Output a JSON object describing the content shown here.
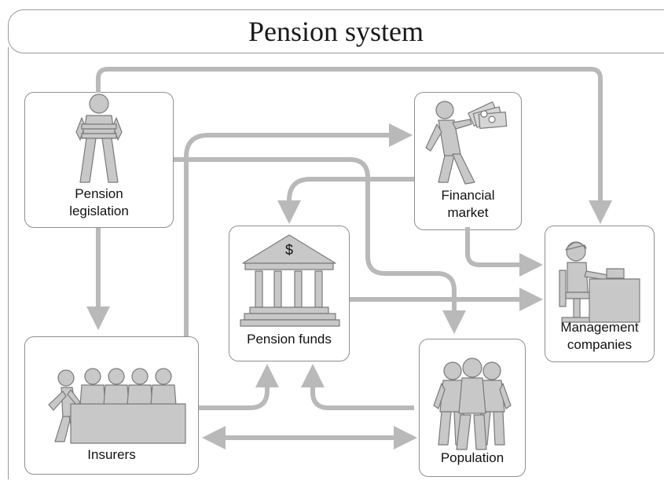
{
  "title": "Pension system",
  "nodes": {
    "pension_legislation": {
      "label": "Pension\nlegislation"
    },
    "financial_market": {
      "label": "Financial\nmarket"
    },
    "pension_funds": {
      "label": "Pension funds",
      "symbol": "$"
    },
    "management_companies": {
      "label": "Management\ncompanies"
    },
    "insurers": {
      "label": "Insurers"
    },
    "population": {
      "label": "Population"
    }
  },
  "colors": {
    "arrow": "#b9b9b9",
    "figure": "#c8c8c8",
    "figure_stroke": "#7a7a7a",
    "border": "#8f8f8f"
  }
}
